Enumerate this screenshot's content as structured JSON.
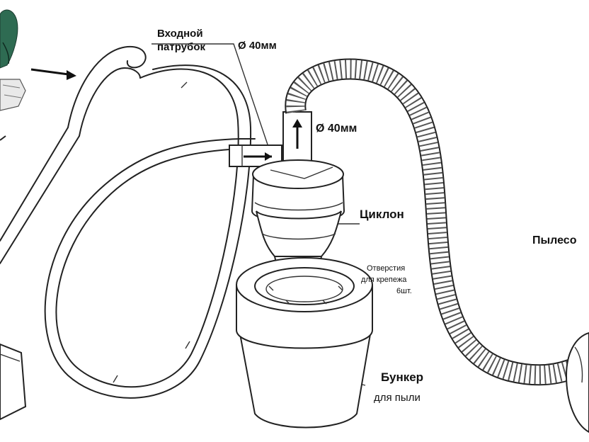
{
  "labels": {
    "inlet_line1": "Входной",
    "inlet_line2": "патрубок",
    "inlet_diameter": "Ø 40мм",
    "outlet_diameter": "Ø 40мм",
    "cyclone": "Циклон",
    "holes_line1": "Отверстия",
    "holes_line2": "для крепежа",
    "holes_line3": "6шт.",
    "bunker": "Бункер",
    "bunker_sub": "для пыли",
    "vacuum": "Пылесо"
  },
  "colors": {
    "stroke": "#222222",
    "background": "#ffffff",
    "thumb_green": "#2e6b52"
  }
}
